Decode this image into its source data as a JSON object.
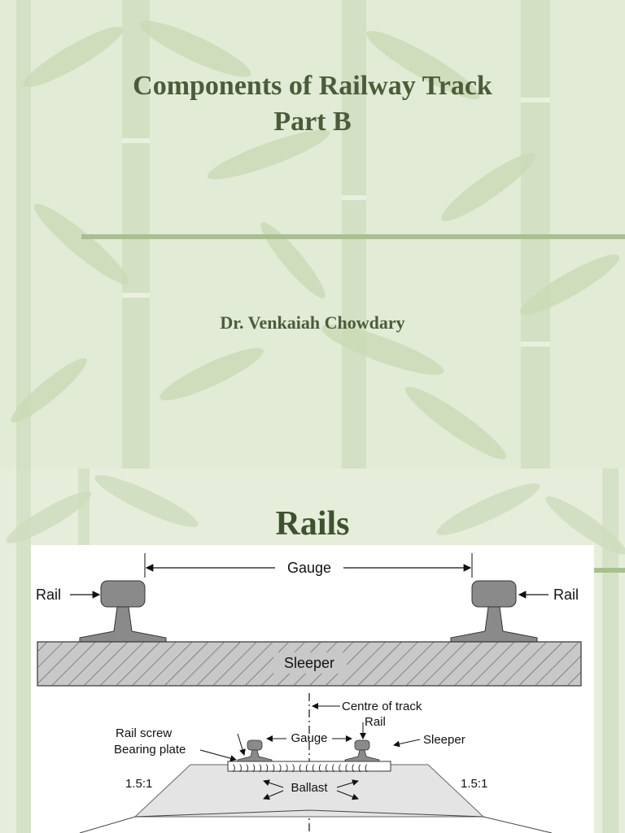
{
  "slide1": {
    "title_line1": "Components of Railway Track",
    "title_line2": "Part B",
    "author": "Dr. Venkaiah Chowdary"
  },
  "slide2": {
    "title": "Rails",
    "figure": {
      "top": {
        "rail_left": "Rail",
        "rail_right": "Rail",
        "gauge": "Gauge",
        "sleeper": "Sleeper"
      },
      "bottom": {
        "centre_of_track": "Centre of track",
        "rail": "Rail",
        "rail_screw": "Rail screw",
        "gauge": "Gauge",
        "sleeper": "Sleeper",
        "bearing_plate": "Bearing plate",
        "slope_left": "1.5:1",
        "slope_right": "1.5:1",
        "ballast": "Ballast"
      }
    }
  }
}
